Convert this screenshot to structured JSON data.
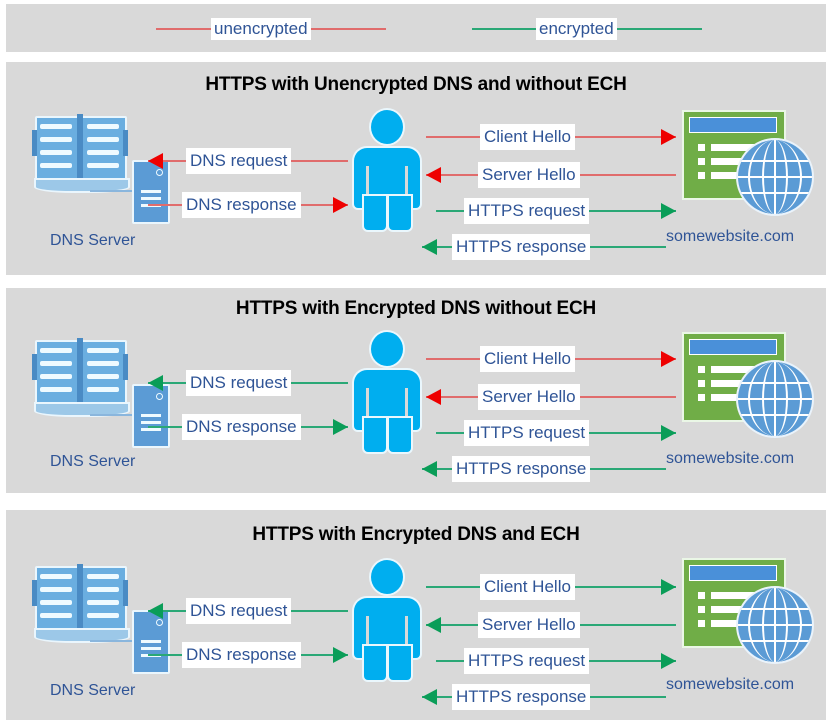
{
  "legend": {
    "items": [
      {
        "label": "unencrypted",
        "color": "#e06c6c",
        "kind": "unencrypted"
      },
      {
        "label": "encrypted",
        "color": "#2aa876",
        "kind": "encrypted"
      }
    ]
  },
  "colors": {
    "panel_background": "#d9d9d9",
    "page_background": "#ffffff",
    "red_line": "#e06c6c",
    "red_arrowhead": "#ee0000",
    "green_line": "#2aa876",
    "green_arrowhead": "#0a9d58",
    "label_text": "#2f5496",
    "title_text": "#000000",
    "person": "#00aeef",
    "website_window": "#70ad47",
    "globe": "#5b9bd5"
  },
  "nodes": {
    "dns_server_label": "DNS Server",
    "website_label": "somewebsite.com",
    "dns_server_icon": "book-server-icon",
    "user_icon": "person-icon",
    "website_icon": "browser-window-globe-icon"
  },
  "panels": [
    {
      "id": "panel-1",
      "title": "HTTPS with Unencrypted DNS and without ECH",
      "flows": [
        {
          "label": "DNS request",
          "direction": "left",
          "encryption": "unencrypted",
          "side": "dns"
        },
        {
          "label": "DNS response",
          "direction": "right",
          "encryption": "unencrypted",
          "side": "dns"
        },
        {
          "label": "Client Hello",
          "direction": "right",
          "encryption": "unencrypted",
          "side": "web"
        },
        {
          "label": "Server Hello",
          "direction": "left",
          "encryption": "unencrypted",
          "side": "web"
        },
        {
          "label": "HTTPS request",
          "direction": "right",
          "encryption": "encrypted",
          "side": "web"
        },
        {
          "label": "HTTPS response",
          "direction": "left",
          "encryption": "encrypted",
          "side": "web"
        }
      ]
    },
    {
      "id": "panel-2",
      "title": "HTTPS with Encrypted DNS without ECH",
      "flows": [
        {
          "label": "DNS request",
          "direction": "left",
          "encryption": "encrypted",
          "side": "dns"
        },
        {
          "label": "DNS response",
          "direction": "right",
          "encryption": "encrypted",
          "side": "dns"
        },
        {
          "label": "Client Hello",
          "direction": "right",
          "encryption": "unencrypted",
          "side": "web"
        },
        {
          "label": "Server Hello",
          "direction": "left",
          "encryption": "unencrypted",
          "side": "web"
        },
        {
          "label": "HTTPS request",
          "direction": "right",
          "encryption": "encrypted",
          "side": "web"
        },
        {
          "label": "HTTPS response",
          "direction": "left",
          "encryption": "encrypted",
          "side": "web"
        }
      ]
    },
    {
      "id": "panel-3",
      "title": "HTTPS with Encrypted DNS and ECH",
      "flows": [
        {
          "label": "DNS request",
          "direction": "left",
          "encryption": "encrypted",
          "side": "dns"
        },
        {
          "label": "DNS response",
          "direction": "right",
          "encryption": "encrypted",
          "side": "dns"
        },
        {
          "label": "Client Hello",
          "direction": "right",
          "encryption": "encrypted",
          "side": "web"
        },
        {
          "label": "Server Hello",
          "direction": "left",
          "encryption": "encrypted",
          "side": "web"
        },
        {
          "label": "HTTPS request",
          "direction": "right",
          "encryption": "encrypted",
          "side": "web"
        },
        {
          "label": "HTTPS response",
          "direction": "left",
          "encryption": "encrypted",
          "side": "web"
        }
      ]
    }
  ]
}
